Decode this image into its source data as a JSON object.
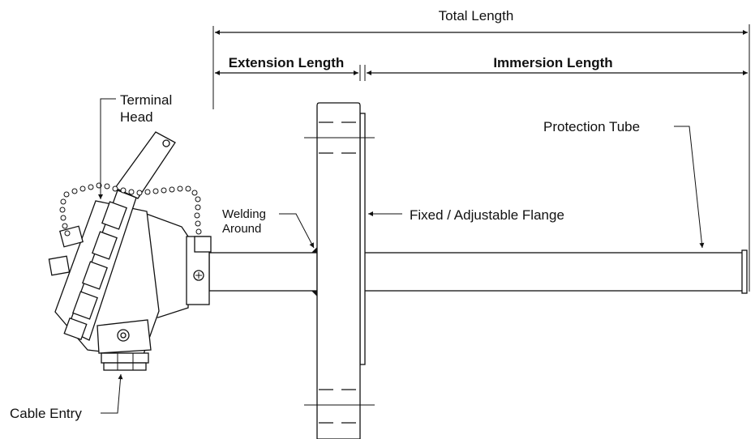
{
  "labels": {
    "total_length": "Total Length",
    "extension_length": "Extension Length",
    "immersion_length": "Immersion Length",
    "terminal_head_line1": "Terminal",
    "terminal_head_line2": "Head",
    "protection_tube": "Protection Tube",
    "welding_line1": "Welding",
    "welding_line2": "Around",
    "flange": "Fixed / Adjustable Flange",
    "cable_entry": "Cable Entry"
  }
}
